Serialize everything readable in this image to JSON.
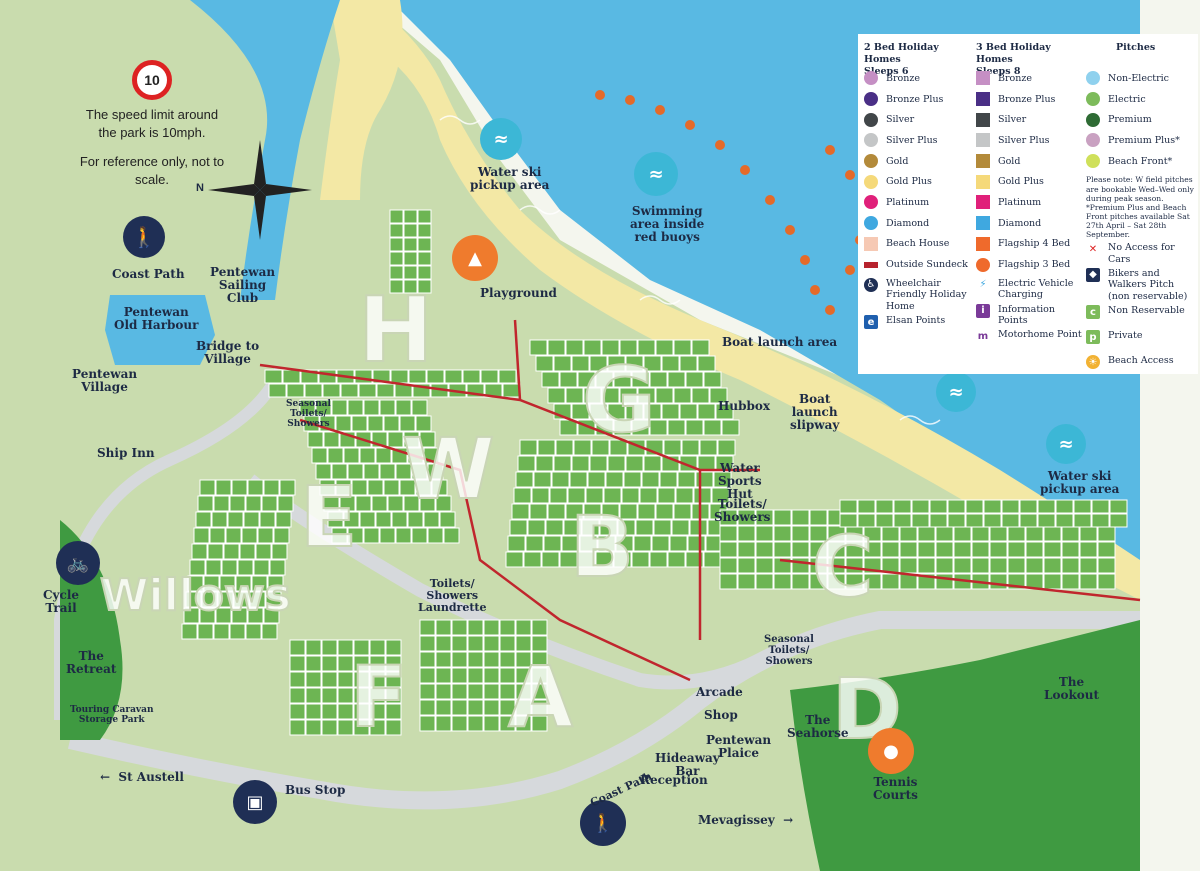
{
  "speed_notice": {
    "limit": "10",
    "line1": "The speed limit around",
    "line2": "the park is 10mph.",
    "line3": "For reference only, not to scale."
  },
  "compass": {
    "north": "N"
  },
  "legend": {
    "col1": {
      "heading1": "2 Bed Holiday Homes",
      "heading2": "Sleeps 6",
      "items": [
        {
          "label": "Bronze",
          "color": "#c58fc4",
          "shape": "round"
        },
        {
          "label": "Bronze Plus",
          "color": "#4a2f86",
          "shape": "round"
        },
        {
          "label": "Silver",
          "color": "#414649",
          "shape": "round"
        },
        {
          "label": "Silver Plus",
          "color": "#c4c6c7",
          "shape": "round"
        },
        {
          "label": "Gold",
          "color": "#b38a3a",
          "shape": "round"
        },
        {
          "label": "Gold Plus",
          "color": "#f5d97a",
          "shape": "round"
        },
        {
          "label": "Platinum",
          "color": "#e0207a",
          "shape": "round"
        },
        {
          "label": "Diamond",
          "color": "#3fa8e0",
          "shape": "round"
        },
        {
          "label": "Beach House",
          "color": "#f6c9b4",
          "shape": "square"
        },
        {
          "label": "Outside Sundeck",
          "color": "#b7232e",
          "shape": "bar"
        }
      ],
      "extra": [
        {
          "label": "Wheelchair Friendly Holiday Home",
          "icon": "wheelchair-icon"
        },
        {
          "label": "Elsan Points",
          "icon": "elsan-icon"
        }
      ]
    },
    "col2": {
      "heading1": "3 Bed Holiday Homes",
      "heading2": "Sleeps 8",
      "items": [
        {
          "label": "Bronze",
          "color": "#c58fc4",
          "shape": "square"
        },
        {
          "label": "Bronze Plus",
          "color": "#4a2f86",
          "shape": "square"
        },
        {
          "label": "Silver",
          "color": "#414649",
          "shape": "square"
        },
        {
          "label": "Silver Plus",
          "color": "#c4c6c7",
          "shape": "square"
        },
        {
          "label": "Gold",
          "color": "#b38a3a",
          "shape": "square"
        },
        {
          "label": "Gold Plus",
          "color": "#f5d97a",
          "shape": "square"
        },
        {
          "label": "Platinum",
          "color": "#e0207a",
          "shape": "square"
        },
        {
          "label": "Diamond",
          "color": "#3fa8e0",
          "shape": "square"
        },
        {
          "label": "Flagship 4 Bed",
          "color": "#ef6a2c",
          "shape": "square"
        },
        {
          "label": "Flagship 3 Bed",
          "color": "#ef6a2c",
          "shape": "round"
        }
      ],
      "extra": [
        {
          "label": "Electric Vehicle Charging",
          "icon": "ev-charging-icon"
        },
        {
          "label": "Information Points",
          "icon": "info-icon"
        },
        {
          "label": "Motorhome Point",
          "icon": "motorhome-icon"
        }
      ]
    },
    "col3": {
      "heading": "Pitches",
      "items": [
        {
          "label": "Non-Electric",
          "color": "#8fd1ee",
          "shape": "round"
        },
        {
          "label": "Electric",
          "color": "#7dbb5b",
          "shape": "round"
        },
        {
          "label": "Premium",
          "color": "#2e6b34",
          "shape": "round"
        },
        {
          "label": "Premium Plus*",
          "color": "#c9a1c1",
          "shape": "round"
        },
        {
          "label": "Beach Front*",
          "color": "#cfe05a",
          "shape": "round"
        }
      ],
      "note": "Please note: W field pitches are bookable Wed–Wed only during peak season. *Premium Plus and Beach Front pitches available Sat 27th April – Sat 28th September.",
      "extra": [
        {
          "label": "No Access for Cars",
          "icon": "no-cars-icon"
        },
        {
          "label": "Bikers and Walkers Pitch (non reservable)",
          "icon": "bikers-walkers-icon"
        },
        {
          "label": "Non Reservable",
          "icon": "non-reservable-icon",
          "glyph": "c"
        },
        {
          "label": "Private",
          "icon": "private-icon",
          "glyph": "p"
        },
        {
          "label": "Beach Access",
          "icon": "beach-access-icon"
        }
      ]
    }
  },
  "places": {
    "coast_path_top": "Coast Path",
    "sailing_club": [
      "Pentewan",
      "Sailing",
      "Club"
    ],
    "old_harbour": [
      "Pentewan",
      "Old Harbour"
    ],
    "bridge": [
      "Bridge to",
      "Village"
    ],
    "village": [
      "Pentewan",
      "Village"
    ],
    "ship_inn": "Ship Inn",
    "cycle_trail": [
      "Cycle",
      "Trail"
    ],
    "retreat": [
      "The",
      "Retreat"
    ],
    "touring": [
      "Touring Caravan",
      "Storage Park"
    ],
    "st_austell": "St Austell",
    "bus_stop": "Bus Stop",
    "coast_path_bottom": "Coast Path",
    "mevagissey": "Mevagissey",
    "water_ski_top": [
      "Water ski",
      "pickup area"
    ],
    "swimming": [
      "Swimming",
      "area inside",
      "red buoys"
    ],
    "playground": "Playground",
    "boat_launch_area": "Boat launch area",
    "hubbox": "Hubbox",
    "boat_launch_slipway": [
      "Boat",
      "launch",
      "slipway"
    ],
    "water_sports_hut": [
      "Water",
      "Sports",
      "Hut"
    ],
    "toilets_showers_right": [
      "Toilets/",
      "Showers"
    ],
    "water_ski_right": [
      "Water ski",
      "pickup area"
    ],
    "toilets_laundrette": [
      "Toilets/",
      "Showers",
      "Laundrette"
    ],
    "seasonal_top": [
      "Seasonal",
      "Toilets/",
      "Showers"
    ],
    "seasonal_bottom": [
      "Seasonal",
      "Toilets/",
      "Showers"
    ],
    "arcade": "Arcade",
    "shop": "Shop",
    "plaice": [
      "Pentewan",
      "Plaice"
    ],
    "seahorse": [
      "The",
      "Seahorse"
    ],
    "hideaway": [
      "Hideaway",
      "Bar"
    ],
    "reception": "Reception",
    "tennis": [
      "Tennis",
      "Courts"
    ],
    "lookout": [
      "The",
      "Lookout"
    ]
  },
  "zones": {
    "h": "H",
    "g": "G",
    "w": "W",
    "b": "B",
    "c": "C",
    "e": "E",
    "a": "A",
    "f": "F",
    "d": "D",
    "willows": "Willows"
  },
  "colors": {
    "sea": "#59b9e3",
    "sand": "#f3e8a5",
    "grass": "#c9dcae",
    "pitch": "#6db553",
    "road": "#d6d9dc",
    "route": "#c0262d",
    "trees": "#3f9a41",
    "navy": "#1f2f55",
    "buoy": "#e46a2a"
  }
}
